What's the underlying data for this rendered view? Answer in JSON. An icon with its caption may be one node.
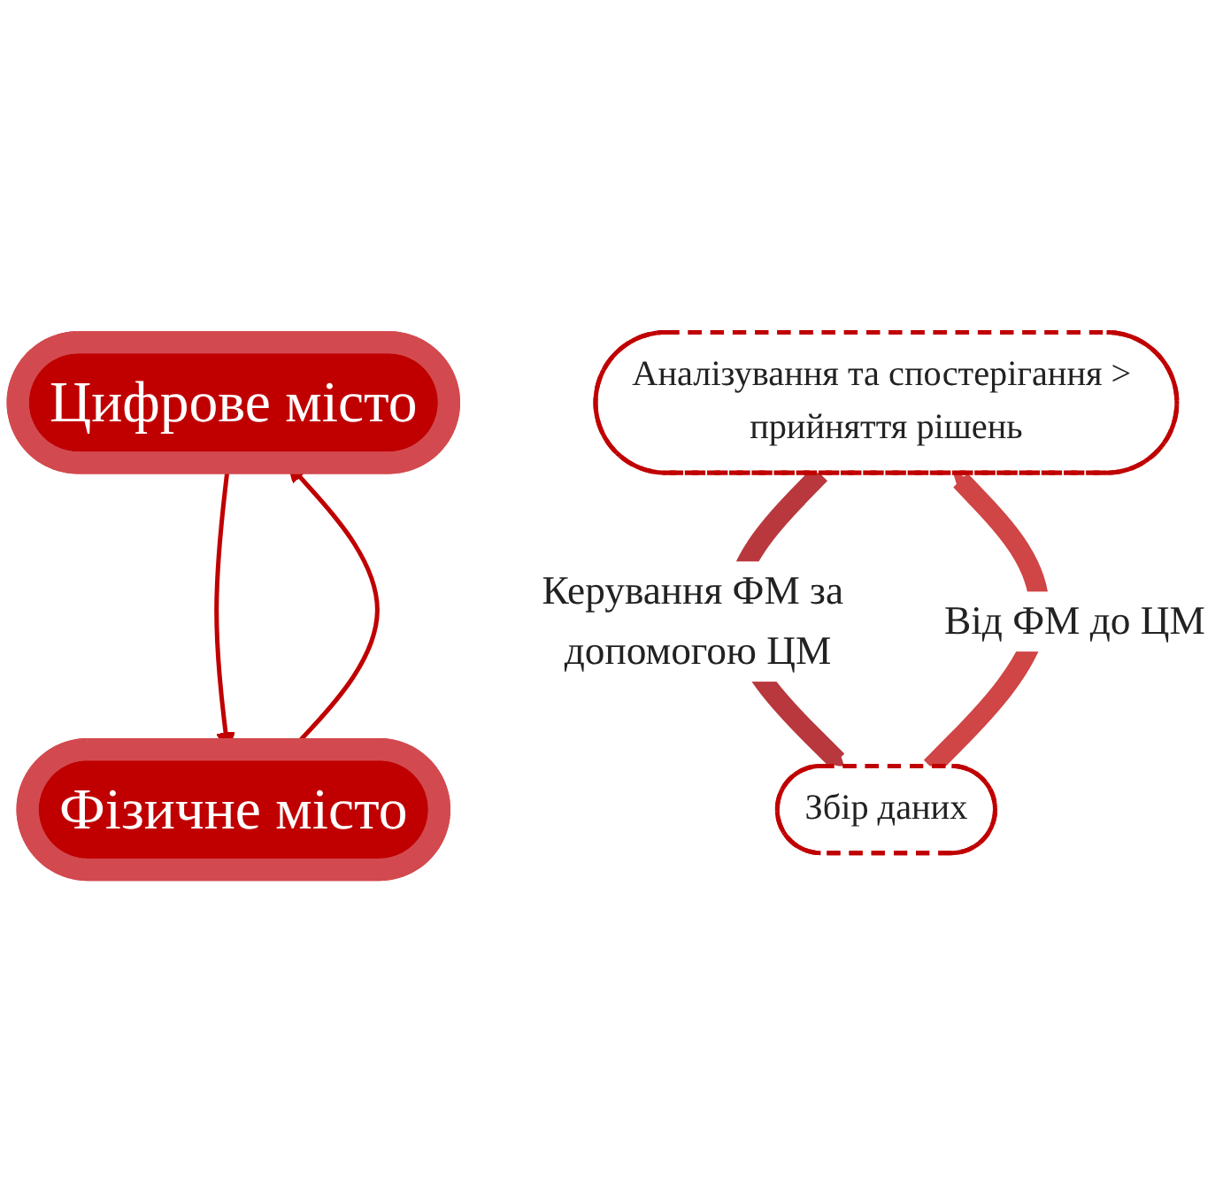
{
  "diagram": {
    "nodes": [
      {
        "text": [
          "Цифрове місто"
        ]
      },
      {
        "text": [
          "Аналізування та спостерігання > прийняття рішень"
        ]
      },
      {
        "text": [
          "Збір даних"
        ]
      },
      {
        "text": [
          "Фізичне місто"
        ]
      }
    ],
    "edges": [
      {
        "from": 3,
        "to": 0,
        "arrow": "to"
      },
      {
        "from": 0,
        "to": 3,
        "arrow": "to"
      },
      {
        "from": 2,
        "to": 1,
        "arrow": "to",
        "label": "Від ФМ до ЦМ",
        "style": "thick",
        "color": "#d04545"
      },
      {
        "from": 1,
        "to": 2,
        "arrow": "to",
        "label": "Керування ФМ за допомогою ЦМ",
        "style": "thick",
        "color": "#b8383d"
      }
    ]
  }
}
